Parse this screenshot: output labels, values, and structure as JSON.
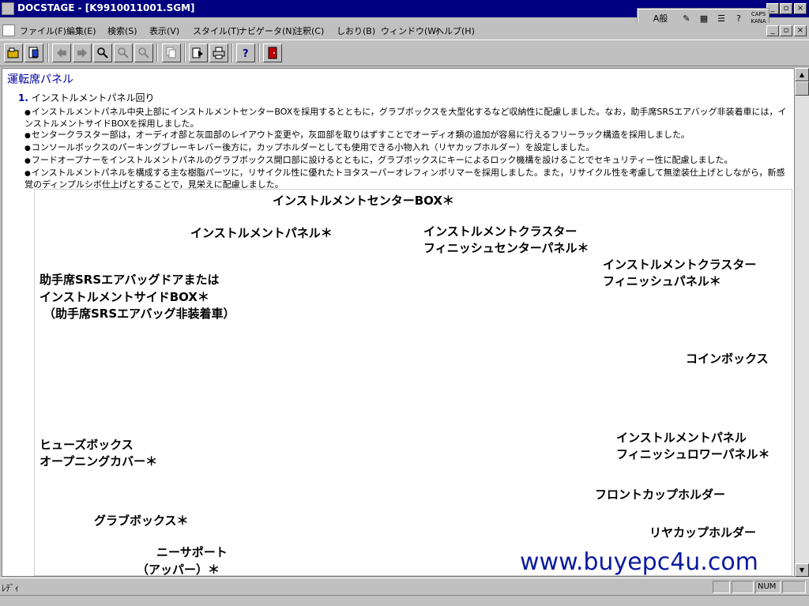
{
  "window": {
    "title": "DOCSTAGE - [K9910011001.SGM]"
  },
  "ime": {
    "mode_label": "A般",
    "caps_kana": "CAPS KANA"
  },
  "menu": [
    {
      "label": "ファイル(F)"
    },
    {
      "label": "編集(E)"
    },
    {
      "label": "検索(S)"
    },
    {
      "label": "表示(V)"
    },
    {
      "label": "スタイル(T)"
    },
    {
      "label": "ナビゲータ(N)"
    },
    {
      "label": "注釈(C)"
    },
    {
      "label": "しおり(B)"
    },
    {
      "label": "ウィンドウ(W)"
    },
    {
      "label": "ヘルプ(H)"
    }
  ],
  "toolbar": {
    "icons": [
      "open-icon",
      "bookmark-icon",
      "back-icon",
      "forward-icon",
      "search-icon",
      "zoom-in-icon",
      "zoom-out-icon",
      "copy-icon",
      "navigate-icon",
      "print-icon",
      "help-icon",
      "exit-icon"
    ]
  },
  "doc": {
    "section_title": "運転席パネル",
    "subsection_number": "1.",
    "subsection_title": "インストルメントパネル回り",
    "bullets": [
      "インストルメントパネル中央上部にインストルメントセンターBOXを採用するとともに，グラブボックスを大型化するなど収納性に配慮しました。なお，助手席SRSエアバッグ非装着車には，インストルメントサイドBOXを採用しました。",
      "センタークラスター部は，オーディオ部と灰皿部のレイアウト変更や，灰皿部を取りはずすことでオーディオ類の追加が容易に行えるフリーラック構造を採用しました。",
      "コンソールボックスのパーキングブレーキレバー後方に，カップホルダーとしても使用できる小物入れ（リヤカップホルダー）を設定しました。",
      "フードオープナーをインストルメントパネルのグラブボックス開口部に設けるとともに，グラブボックスにキーによるロック機構を設けることでセキュリティー性に配慮しました。",
      "インストルメントパネルを構成する主な樹脂パーツに，リサイクル性に優れたトヨタスーパーオレフィンポリマーを採用しました。また，リサイクル性を考慮して無塗装仕上げとしながら，新感覚のディンプルシボ仕上げとすることで，見栄えに配慮しました。"
    ]
  },
  "diagram": {
    "callouts": [
      "インストルメントセンターBOX＊",
      "インストルメントパネル＊",
      "インストルメントクラスター",
      "フィニッシュセンターパネル＊",
      "インストルメントクラスター",
      "フィニッシュパネル＊",
      "助手席SRSエアバッグドアまたは",
      "インストルメントサイドBOX＊",
      "（助手席SRSエアバッグ非装着車）",
      "コインボックス",
      "ヒューズボックス",
      "オープニングカバー＊",
      "インストルメントパネル",
      "フィニッシュロワーパネル＊",
      "グラブボックス＊",
      "フロントカップホルダー",
      "ニーサポート",
      "（アッパー）＊",
      "リヤカップホルダー"
    ],
    "watermark": "www.buyepc4u.com"
  },
  "status": {
    "text": "ﾚﾃﾞｨ",
    "num": "NUM"
  }
}
